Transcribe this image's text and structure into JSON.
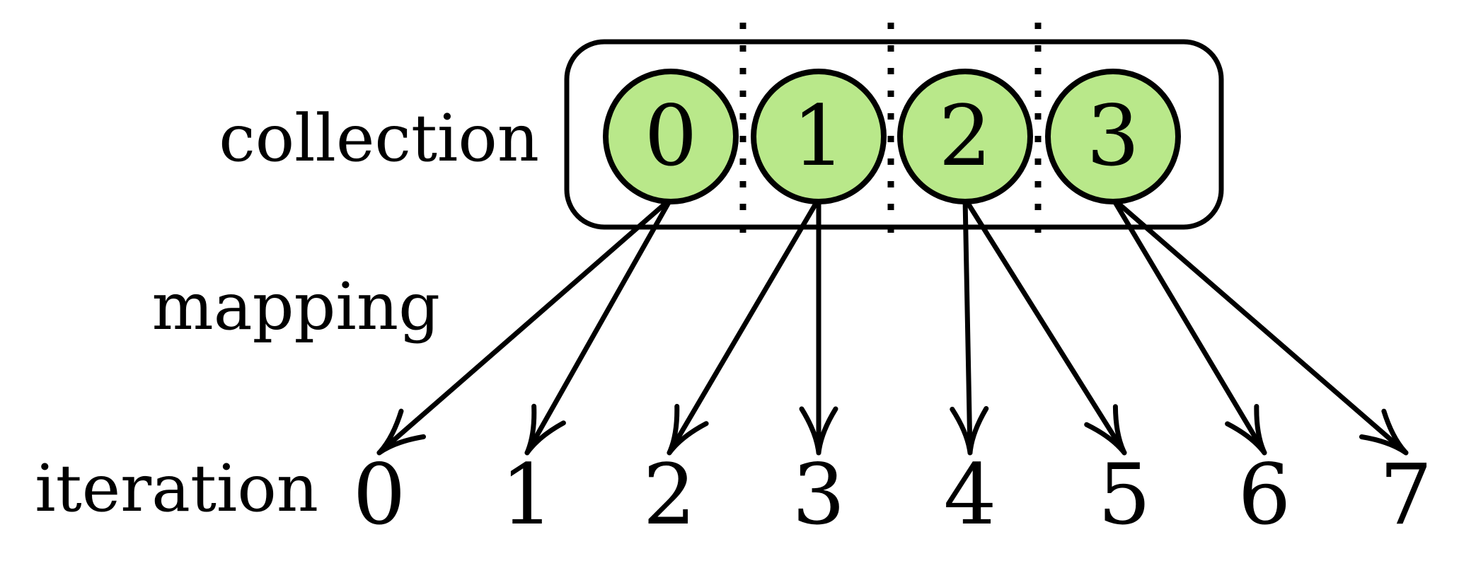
{
  "row_labels": {
    "collection": "collection",
    "mapping": "mapping",
    "iteration": "iteration"
  },
  "collection": {
    "items": [
      "0",
      "1",
      "2",
      "3"
    ],
    "fill_color": "#b9e88a"
  },
  "iterations": [
    "0",
    "1",
    "2",
    "3",
    "4",
    "5",
    "6",
    "7"
  ],
  "mapping": [
    {
      "from": "0",
      "to": "0"
    },
    {
      "from": "0",
      "to": "1"
    },
    {
      "from": "1",
      "to": "2"
    },
    {
      "from": "1",
      "to": "3"
    },
    {
      "from": "2",
      "to": "4"
    },
    {
      "from": "2",
      "to": "5"
    },
    {
      "from": "3",
      "to": "6"
    },
    {
      "from": "3",
      "to": "7"
    }
  ]
}
